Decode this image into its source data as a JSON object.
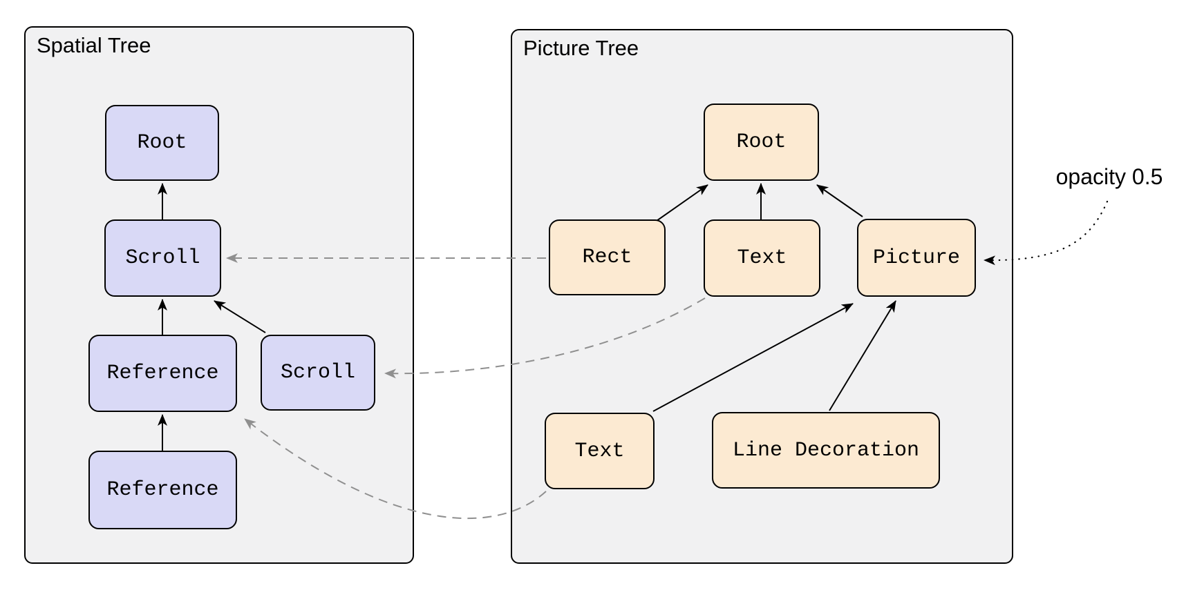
{
  "panels": {
    "spatial": {
      "title": "Spatial Tree",
      "node_fill": "#d9d9f6",
      "nodes": {
        "root": {
          "label": "Root"
        },
        "scroll_main": {
          "label": "Scroll"
        },
        "reference_mid": {
          "label": "Reference"
        },
        "scroll_child": {
          "label": "Scroll"
        },
        "reference_leaf": {
          "label": "Reference"
        }
      }
    },
    "picture": {
      "title": "Picture Tree",
      "node_fill": "#fcead2",
      "nodes": {
        "root": {
          "label": "Root"
        },
        "rect": {
          "label": "Rect"
        },
        "text_mid": {
          "label": "Text"
        },
        "picture": {
          "label": "Picture"
        },
        "text_leaf": {
          "label": "Text"
        },
        "line_decoration": {
          "label": "Line Decoration"
        }
      }
    }
  },
  "annotation": {
    "label": "opacity 0.5"
  },
  "edges": {
    "spatial_parent_links": [
      {
        "from": "scroll_main",
        "to": "root",
        "style": "solid"
      },
      {
        "from": "reference_mid",
        "to": "scroll_main",
        "style": "solid"
      },
      {
        "from": "scroll_child",
        "to": "scroll_main",
        "style": "solid"
      },
      {
        "from": "reference_leaf",
        "to": "reference_mid",
        "style": "solid"
      }
    ],
    "picture_parent_links": [
      {
        "from": "rect",
        "to": "root",
        "style": "solid"
      },
      {
        "from": "text_mid",
        "to": "root",
        "style": "solid"
      },
      {
        "from": "picture",
        "to": "root",
        "style": "solid"
      },
      {
        "from": "text_leaf",
        "to": "picture",
        "style": "solid"
      },
      {
        "from": "line_decoration",
        "to": "picture",
        "style": "solid"
      }
    ],
    "cross_links": [
      {
        "from": "picture.rect",
        "to": "spatial.scroll_main",
        "style": "dashed"
      },
      {
        "from": "picture.text_mid",
        "to": "spatial.scroll_child",
        "style": "dashed"
      },
      {
        "from": "picture.text_leaf",
        "to": "spatial.reference_mid",
        "style": "dashed"
      }
    ],
    "annotation_link": {
      "from": "annotation",
      "to": "picture.picture",
      "style": "dotted"
    }
  },
  "colors": {
    "panel_fill": "#f1f1f2",
    "spatial_node_fill": "#d9d9f6",
    "picture_node_fill": "#fcead2",
    "solid_edge": "#000000",
    "dashed_edge": "#8f8f8f",
    "border": "#000000"
  }
}
